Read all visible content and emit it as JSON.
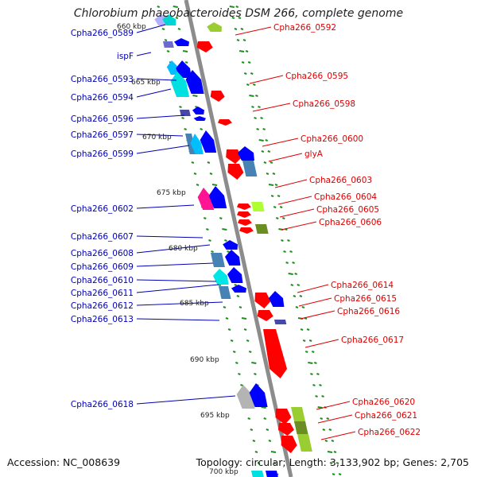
{
  "title": "Chlorobium phaeobacteroides DSM 266, complete genome",
  "footer": {
    "accession": "Accession: NC_008639",
    "summary": "Topology: circular; Length: 3,133,902 bp; Genes: 2,705"
  },
  "colors": {
    "left_label": "#0000b4",
    "right_label": "#dc0000",
    "backbone": "#8c8c8c",
    "ticks": "#228b22"
  },
  "kbp_labels": [
    "660 kbp",
    "665 kbp",
    "670 kbp",
    "675 kbp",
    "680 kbp",
    "685 kbp",
    "690 kbp",
    "695 kbp",
    "700 kbp"
  ],
  "left_genes": [
    "Cpha266_0589",
    "ispF",
    "Cpha266_0593",
    "Cpha266_0594",
    "Cpha266_0596",
    "Cpha266_0597",
    "Cpha266_0599",
    "Cpha266_0602",
    "Cpha266_0607",
    "Cpha266_0608",
    "Cpha266_0609",
    "Cpha266_0610",
    "Cpha266_0611",
    "Cpha266_0612",
    "Cpha266_0613",
    "Cpha266_0618"
  ],
  "right_genes": [
    "Cpha266_0592",
    "Cpha266_0595",
    "Cpha266_0598",
    "Cpha266_0600",
    "glyA",
    "Cpha266_0603",
    "Cpha266_0604",
    "Cpha266_0605",
    "Cpha266_0606",
    "Cpha266_0614",
    "Cpha266_0615",
    "Cpha266_0616",
    "Cpha266_0617",
    "Cpha266_0620",
    "Cpha266_0621",
    "Cpha266_0622"
  ]
}
